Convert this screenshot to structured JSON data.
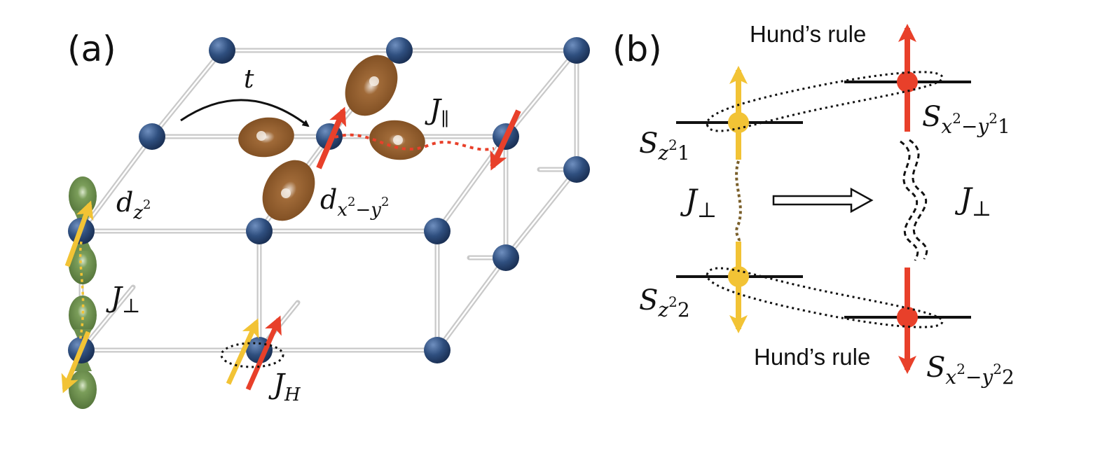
{
  "panel_a": {
    "label": "(a)",
    "hopping": "t",
    "j_parallel": {
      "main": "J",
      "sub": "∥"
    },
    "orbital_z2": {
      "main": "d",
      "sub": "z",
      "sup": "2"
    },
    "orbital_x2y2": {
      "main": "d",
      "sub": "x",
      "sub_sup": "2",
      "sub_rest": "−y",
      "sub_sup2": "2"
    },
    "j_perp": {
      "main": "J",
      "sub": "⊥"
    },
    "j_hund": {
      "main": "J",
      "sub": "H"
    }
  },
  "panel_b": {
    "label": "(b)",
    "hund_rule_top": "Hund’s rule",
    "hund_rule_bottom": "Hund’s rule",
    "s_z2_1": {
      "main": "S",
      "sub": "z",
      "sup": "2",
      "tail": "1"
    },
    "s_z2_2": {
      "main": "S",
      "sub": "z",
      "sup": "2",
      "tail": "2"
    },
    "s_x2y2_1": {
      "main": "S",
      "sub": "x",
      "sup": "2",
      "mid": "−y",
      "sup2": "2",
      "tail": "1"
    },
    "s_x2y2_2": {
      "main": "S",
      "sub": "x",
      "sup": "2",
      "mid": "−y",
      "sup2": "2",
      "tail": "2"
    },
    "j_perp_left": {
      "main": "J",
      "sub": "⊥"
    },
    "j_perp_right": {
      "main": "J",
      "sub": "⊥"
    }
  },
  "colors": {
    "atom": "#2f4f7f",
    "orbital_x2y2": "#8b5a2b",
    "orbital_z2": "#6b8e4e",
    "spin_z2": "#f2c335",
    "spin_x2y2": "#e8402a",
    "orbital_label": "#7a6225",
    "lattice": "#c8c8c8"
  }
}
